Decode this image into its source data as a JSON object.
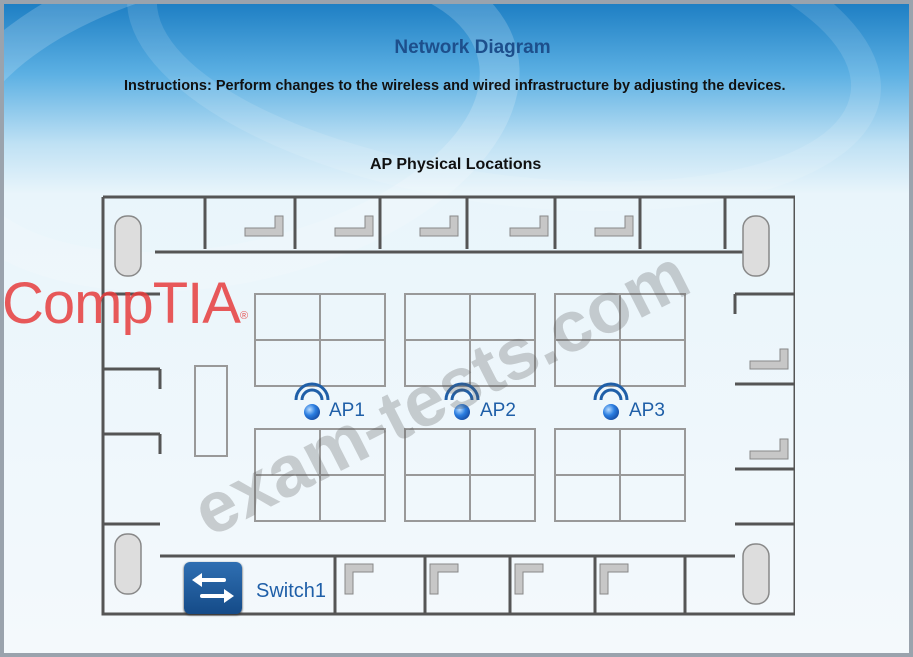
{
  "header": {
    "title": "Network Diagram",
    "instructions": "Instructions: Perform changes to the wireless and wired infrastructure by adjusting the devices."
  },
  "diagram": {
    "subtitle": "AP Physical Locations",
    "access_points": [
      {
        "label": "AP1",
        "icon": "wireless-ap-icon"
      },
      {
        "label": "AP2",
        "icon": "wireless-ap-icon"
      },
      {
        "label": "AP3",
        "icon": "wireless-ap-icon"
      }
    ],
    "switch": {
      "label": "Switch1",
      "icon": "network-switch-icon"
    }
  },
  "branding": {
    "logo_text": "CompTIA",
    "logo_mark": "®",
    "watermark": "exam-tests.com"
  },
  "colors": {
    "header_blue": "#1d4f8c",
    "device_label": "#1f5fa8",
    "logo_red": "#e63c3c"
  }
}
